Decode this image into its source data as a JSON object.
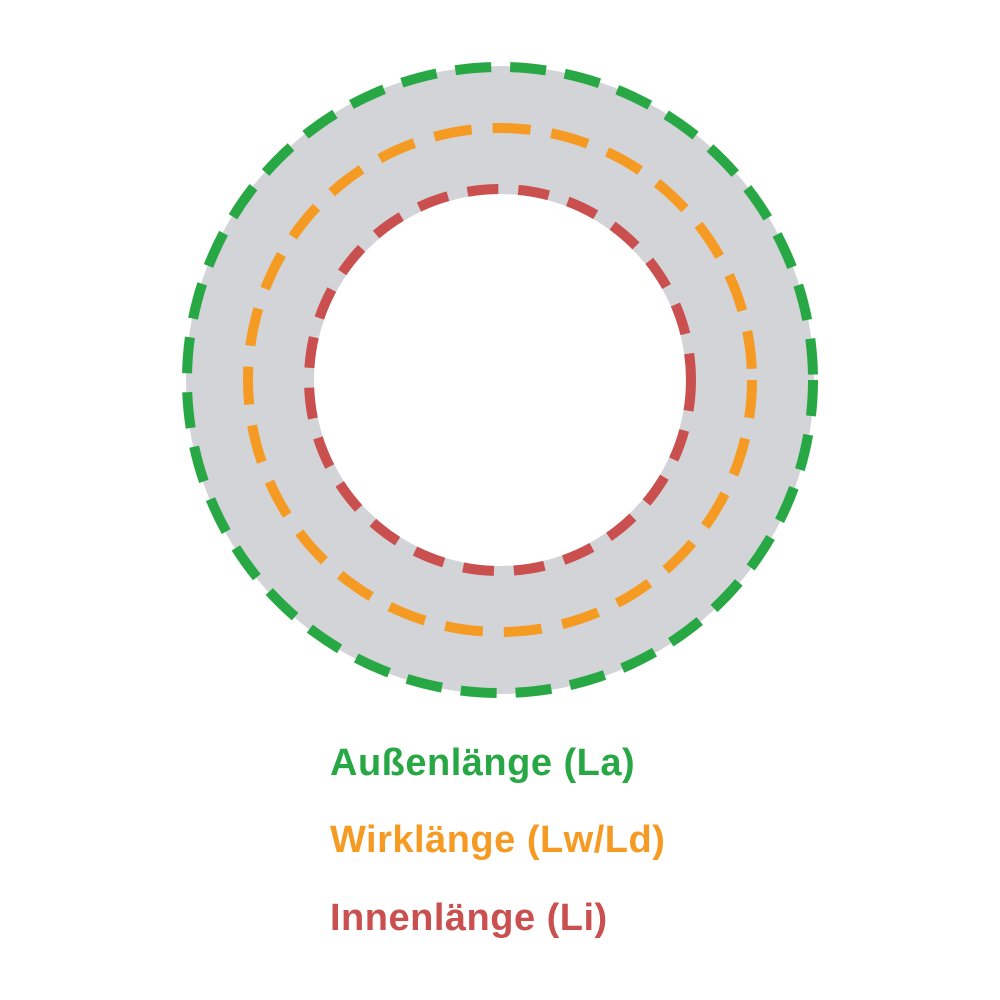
{
  "diagram": {
    "belt_ring_color": "#d3d4d8",
    "circles": {
      "outer": {
        "color": "#28a745"
      },
      "effective": {
        "color": "#f59b23"
      },
      "inner": {
        "color": "#c9504e"
      }
    },
    "legend": {
      "outer_label": "Außenlänge (La)",
      "effective_label": "Wirklänge (Lw/Ld)",
      "inner_label": "Innenlänge (Li)"
    }
  }
}
